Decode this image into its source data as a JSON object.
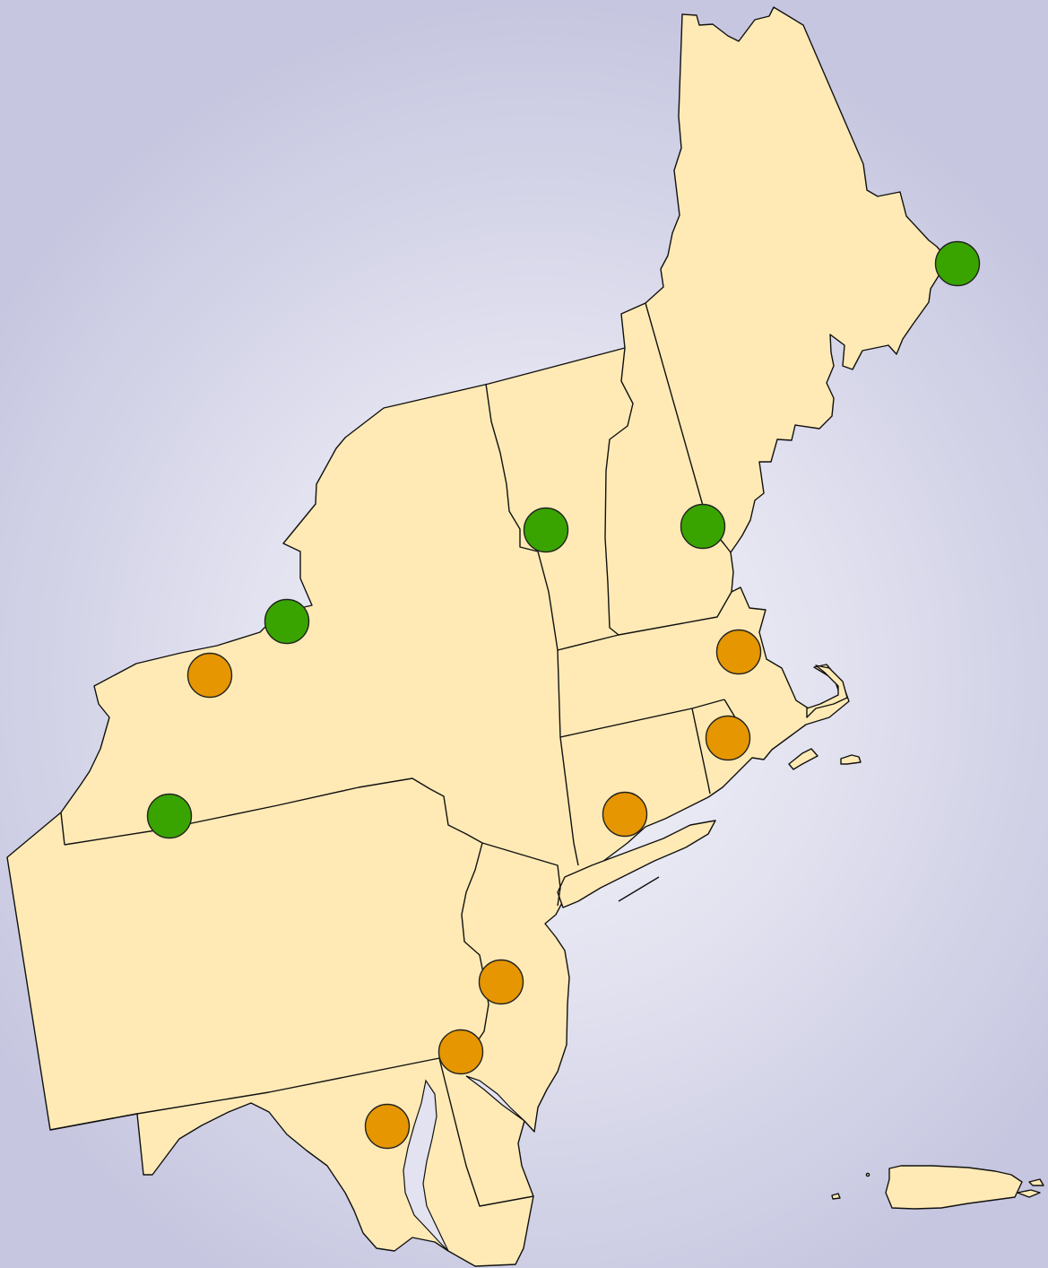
{
  "map": {
    "colors": {
      "land": "#ffeab5",
      "outline": "#111111",
      "marker_green": "#39a400",
      "marker_orange": "#e59600"
    },
    "markers": [
      {
        "id": "maine-east",
        "color": "green"
      },
      {
        "id": "vermont-central",
        "color": "green"
      },
      {
        "id": "new-hampshire-central",
        "color": "green"
      },
      {
        "id": "new-york-lake-ontario",
        "color": "green"
      },
      {
        "id": "new-york-southwest",
        "color": "green"
      },
      {
        "id": "new-york-west",
        "color": "orange"
      },
      {
        "id": "massachusetts-east",
        "color": "orange"
      },
      {
        "id": "rhode-island",
        "color": "orange"
      },
      {
        "id": "connecticut-south",
        "color": "orange"
      },
      {
        "id": "new-jersey-central",
        "color": "orange"
      },
      {
        "id": "delaware-north",
        "color": "orange"
      },
      {
        "id": "maryland-east",
        "color": "orange"
      }
    ]
  }
}
